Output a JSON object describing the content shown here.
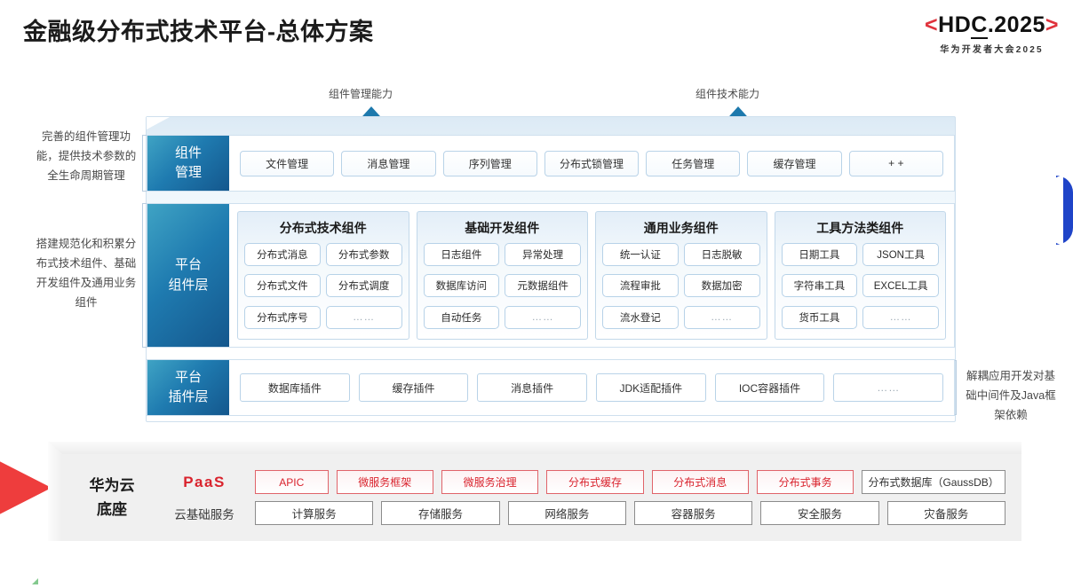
{
  "header": {
    "title": "金融级分布式技术平台-总体方案",
    "logo_bracket_left": "<",
    "logo_bracket_right": ">",
    "logo_main_pre": "HD",
    "logo_main_underlined": "C",
    "logo_main_post": ".2025",
    "logo_sub": "华为开发者大会2025"
  },
  "arrows": [
    {
      "label": "组件管理能力"
    },
    {
      "label": "组件技术能力"
    }
  ],
  "side_notes": {
    "left_1": "完善的组件管理功能，提供技术参数的全生命周期管理",
    "left_2": "搭建规范化和积累分布式技术组件、基础开发组件及通用业务组件",
    "right_1": "解耦应用开发对基础中间件及Java框架依赖"
  },
  "layers": {
    "management": {
      "label_line1": "组件",
      "label_line2": "管理",
      "items": [
        "文件管理",
        "消息管理",
        "序列管理",
        "分布式锁管理",
        "任务管理",
        "缓存管理",
        "+ +"
      ]
    },
    "component": {
      "label_line1": "平台",
      "label_line2": "组件层",
      "groups": [
        {
          "title": "分布式技术组件",
          "cells": [
            "分布式消息",
            "分布式参数",
            "分布式文件",
            "分布式调度",
            "分布式序号",
            "……"
          ]
        },
        {
          "title": "基础开发组件",
          "cells": [
            "日志组件",
            "异常处理",
            "数据库访问",
            "元数据组件",
            "自动任务",
            "……"
          ]
        },
        {
          "title": "通用业务组件",
          "cells": [
            "统一认证",
            "日志脱敏",
            "流程审批",
            "数据加密",
            "流水登记",
            "……"
          ]
        },
        {
          "title": "工具方法类组件",
          "cells": [
            "日期工具",
            "JSON工具",
            "字符串工具",
            "EXCEL工具",
            "货币工具",
            "……"
          ]
        }
      ]
    },
    "plugin": {
      "label_line1": "平台",
      "label_line2": "插件层",
      "items": [
        "数据库插件",
        "缓存插件",
        "消息插件",
        "JDK适配插件",
        "IOC容器插件",
        "……"
      ]
    }
  },
  "base": {
    "title_line1": "华为云",
    "title_line2": "底座",
    "paas_label": "PaaS",
    "paas_items": [
      {
        "label": "APIC",
        "style": "red",
        "flex": "0.72"
      },
      {
        "label": "微服务框架",
        "style": "red",
        "flex": "1"
      },
      {
        "label": "微服务治理",
        "style": "red",
        "flex": "1"
      },
      {
        "label": "分布式缓存",
        "style": "red",
        "flex": "1"
      },
      {
        "label": "分布式消息",
        "style": "red",
        "flex": "1"
      },
      {
        "label": "分布式事务",
        "style": "red",
        "flex": "1"
      },
      {
        "label": "分布式数据库（GaussDB）",
        "style": "neutral",
        "flex": "1.55"
      }
    ],
    "cloud_label": "云基础服务",
    "cloud_items": [
      "计算服务",
      "存储服务",
      "网络服务",
      "容器服务",
      "安全服务",
      "灾备服务"
    ]
  },
  "colors": {
    "accent_blue": "#1f7bb0",
    "accent_red": "#d9232d",
    "logo_red": "#e0323c",
    "deco_blue": "#1f44c8",
    "base_gray": "#f0f0f0"
  }
}
